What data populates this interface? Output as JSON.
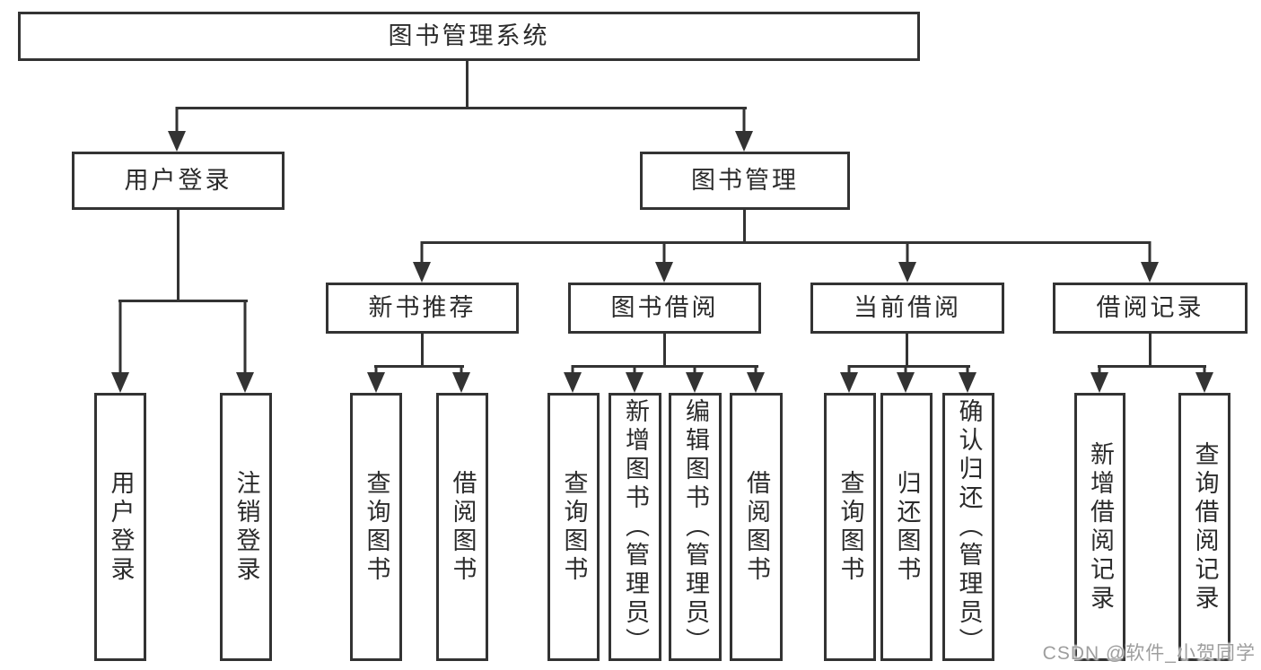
{
  "diagram_type": "hierarchy-diagram",
  "colors": {
    "line": "#333333",
    "box_border": "#333333",
    "text": "#2b2b2b",
    "background": "#ffffff",
    "watermark": "#9e9e9e"
  },
  "tree": {
    "label": "图书管理系统",
    "children": [
      {
        "label": "用户登录",
        "children": [
          {
            "label": "用户登录"
          },
          {
            "label": "注销登录"
          }
        ]
      },
      {
        "label": "图书管理",
        "children": [
          {
            "label": "新书推荐",
            "children": [
              {
                "label": "查询图书"
              },
              {
                "label": "借阅图书"
              }
            ]
          },
          {
            "label": "图书借阅",
            "children": [
              {
                "label": "查询图书"
              },
              {
                "label": "新增图书（管理员）"
              },
              {
                "label": "编辑图书（管理员）"
              },
              {
                "label": "借阅图书"
              }
            ]
          },
          {
            "label": "当前借阅",
            "children": [
              {
                "label": "查询图书"
              },
              {
                "label": "归还图书"
              },
              {
                "label": "确认归还（管理员）"
              }
            ]
          },
          {
            "label": "借阅记录",
            "children": [
              {
                "label": "新增借阅记录"
              },
              {
                "label": "查询借阅记录"
              }
            ]
          }
        ]
      }
    ]
  },
  "watermark": {
    "text": "CSDN @软件_小贺同学"
  }
}
